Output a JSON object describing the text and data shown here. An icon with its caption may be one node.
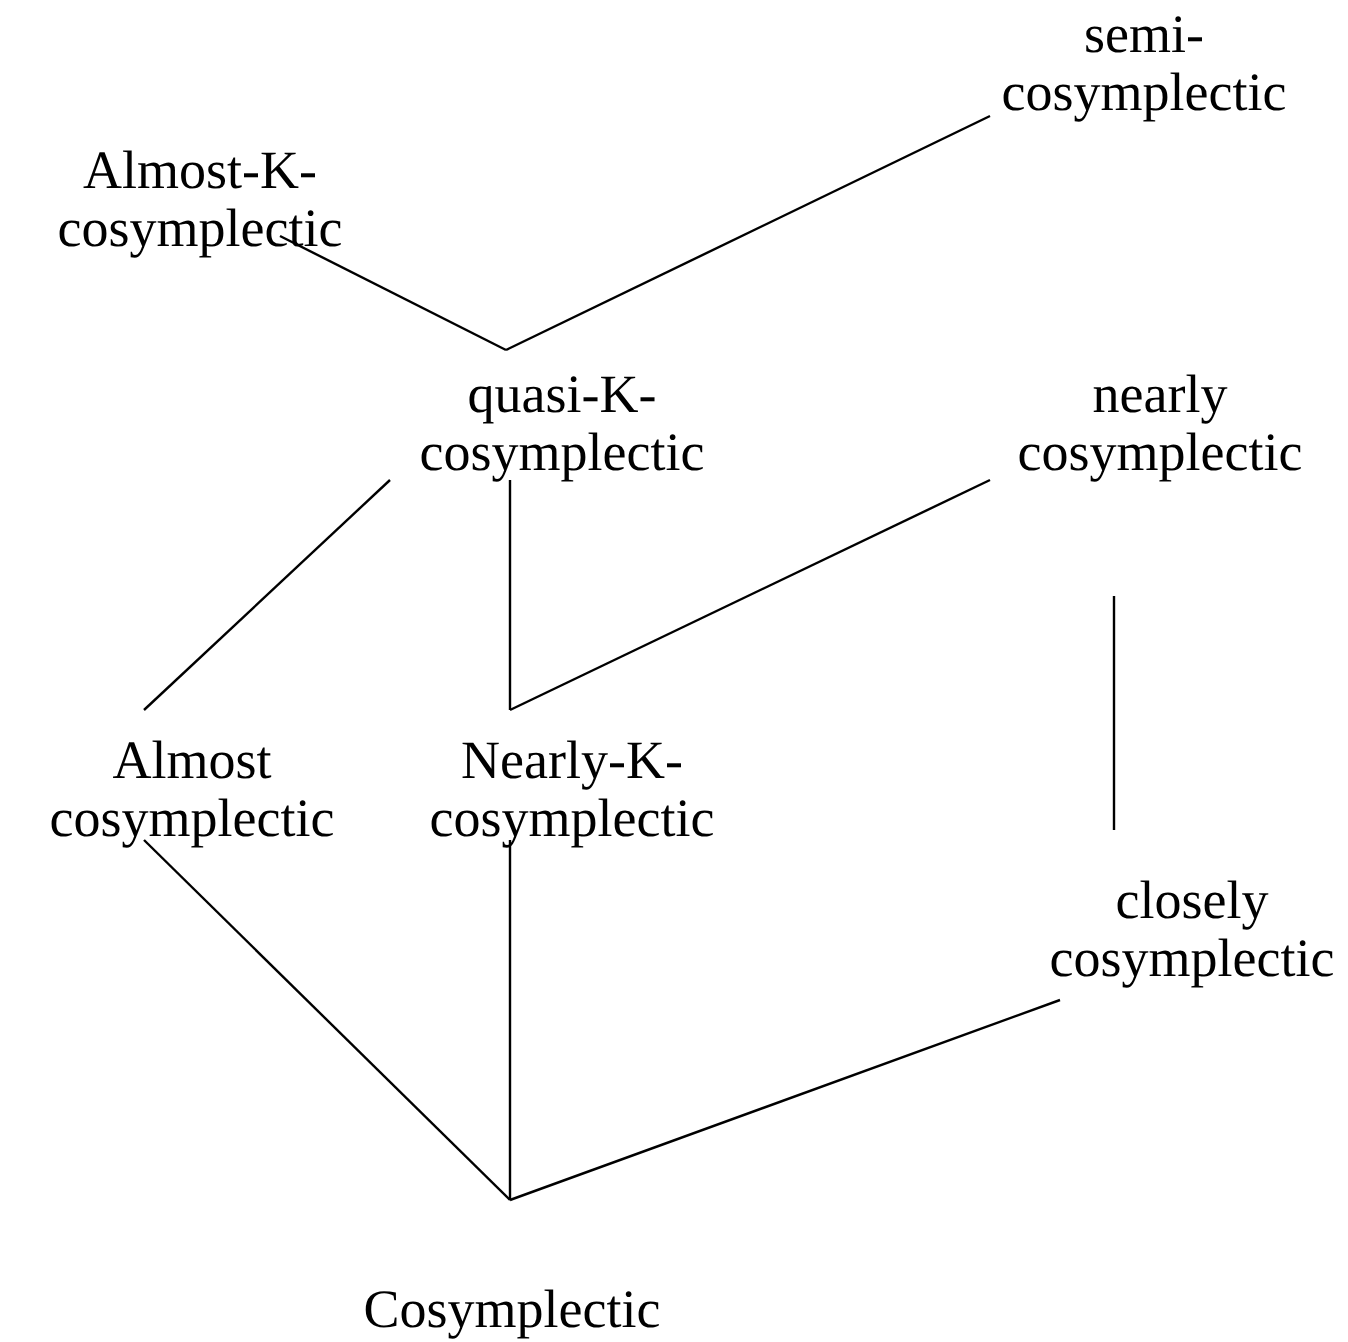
{
  "diagram": {
    "nodes": [
      {
        "text": [
          "Almost-K-cosymplectic"
        ]
      },
      {
        "text": [
          "semi-cosymplectic"
        ]
      },
      {
        "text": [
          "quasi-K-cosymplectic"
        ]
      },
      {
        "text": [
          "nearly cosymplectic"
        ]
      },
      {
        "text": [
          "Almost cosymplectic"
        ]
      },
      {
        "text": [
          "Nearly-K-cosymplectic"
        ]
      },
      {
        "text": [
          "closely cosymplectic"
        ]
      },
      {
        "text": [
          "Cosymplectic"
        ]
      }
    ],
    "edges": [
      {
        "from": 0,
        "to": 2,
        "arrow": "none"
      },
      {
        "from": 1,
        "to": 2,
        "arrow": "none"
      },
      {
        "from": 2,
        "to": 4,
        "arrow": "none"
      },
      {
        "from": 2,
        "to": 5,
        "arrow": "none"
      },
      {
        "from": 3,
        "to": 5,
        "arrow": "none"
      },
      {
        "from": 3,
        "to": 6,
        "arrow": "none"
      },
      {
        "from": 4,
        "to": 7,
        "arrow": "none"
      },
      {
        "from": 5,
        "to": 7,
        "arrow": "none"
      },
      {
        "from": 6,
        "to": 7,
        "arrow": "none"
      }
    ]
  }
}
